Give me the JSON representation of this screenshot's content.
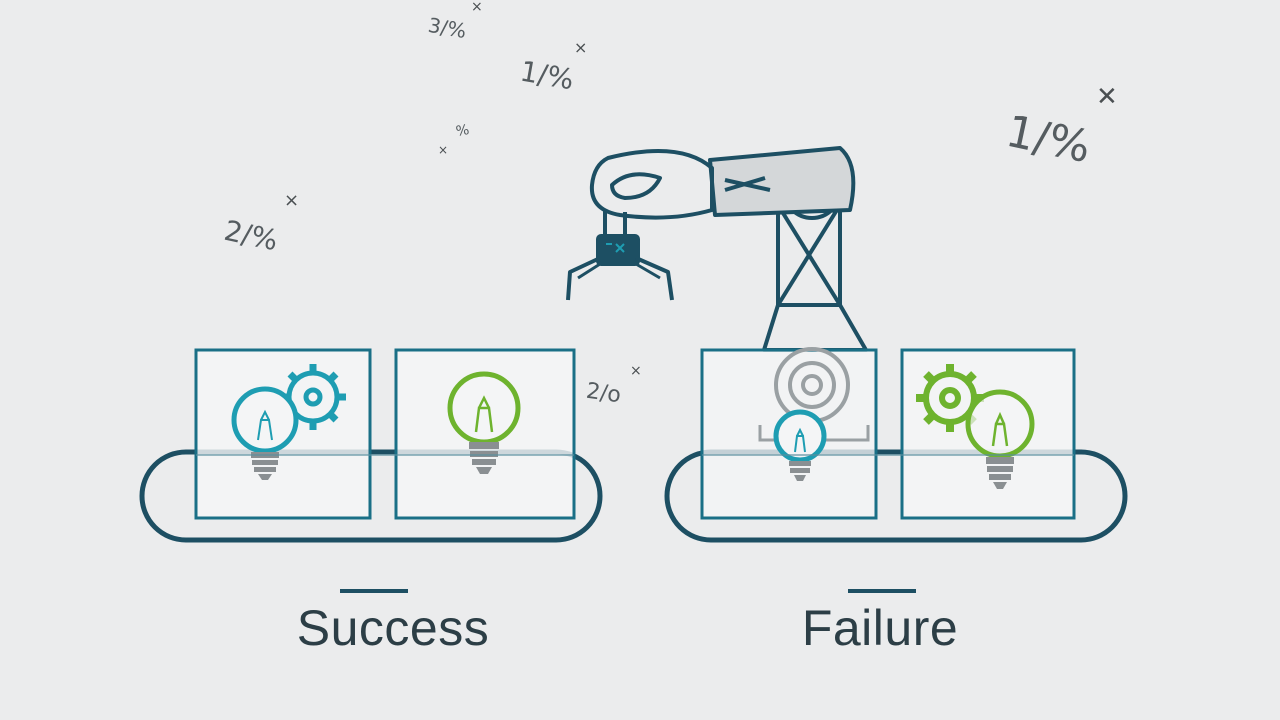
{
  "labels": {
    "success": "Success",
    "failure": "Failure"
  },
  "annotations": [
    {
      "id": "pct-1",
      "text": "3/%",
      "mark": "×"
    },
    {
      "id": "pct-2",
      "text": "1/%",
      "mark": "×"
    },
    {
      "id": "pct-3",
      "text": "2/%",
      "mark": "×"
    },
    {
      "id": "pct-4",
      "text": "2/o",
      "mark": "×"
    },
    {
      "id": "pct-5",
      "text": "1/%",
      "mark": "✕"
    },
    {
      "id": "pct-6",
      "text": "% ",
      "mark": "× "
    }
  ],
  "colors": {
    "background": "#ebeced",
    "outline": "#1d4f63",
    "teal": "#1e9db2",
    "green": "#6eb32e",
    "gray": "#8a8f92",
    "label": "#2c3e46"
  },
  "icons": {
    "box-1": [
      "lightbulb-icon",
      "gear-icon"
    ],
    "box-2": [
      "lightbulb-icon"
    ],
    "box-3": [
      "lightbulb-icon",
      "gear-icon"
    ],
    "box-4": [
      "gear-icon",
      "lightbulb-icon"
    ]
  }
}
